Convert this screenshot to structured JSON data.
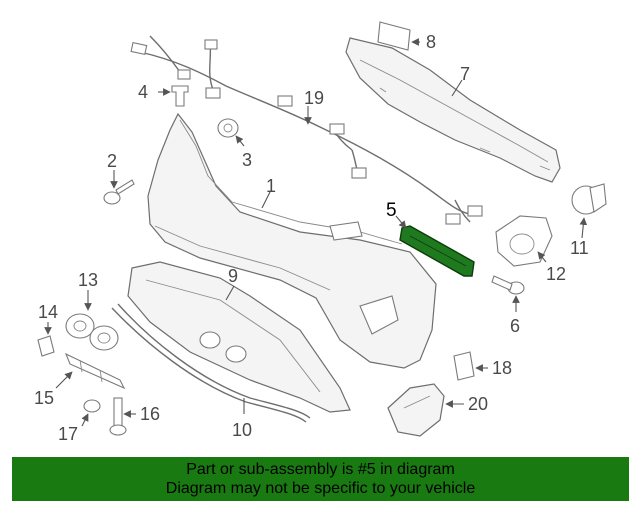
{
  "diagram": {
    "callouts": [
      "1",
      "2",
      "3",
      "4",
      "5",
      "6",
      "7",
      "8",
      "9",
      "10",
      "11",
      "12",
      "13",
      "14",
      "15",
      "16",
      "17",
      "18",
      "19",
      "20"
    ],
    "highlighted_part": "5",
    "highlight_color": "#1f7a1f"
  },
  "banner": {
    "line1": "Part or sub-assembly is #5 in diagram",
    "line2": "Diagram may not be specific to your vehicle",
    "background": "#1a7a12"
  }
}
